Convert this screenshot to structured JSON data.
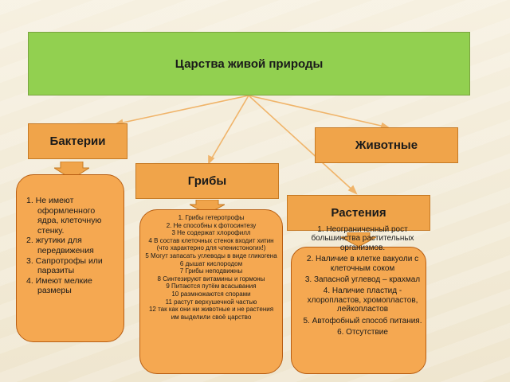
{
  "title": "Царства живой природы",
  "kingdoms": {
    "bacteria": {
      "name": "Бактерии",
      "items": [
        "1. Не имеют оформленного ядра, клеточную стенку.",
        "2. жгутики для передвижения",
        "3. Сапротрофы или паразиты",
        "4. Имеют мелкие размеры"
      ]
    },
    "fungi": {
      "name": "Грибы",
      "items": [
        "1.  Грибы гетеротрофы",
        "2. Не способны к фотосинтезу",
        "3 Не содержат хлорофилл",
        "4 В состав клеточных стенок входит хитин (что характерно для членистоногих!)",
        "5 Могут запасать углеводы в виде гликогена",
        "6 дышат кислородом",
        "7 Грибы неподвижны",
        "8 Синтезируют витамины и гормоны",
        "9 Питаются путём всасывания",
        "10 размножаются спорами",
        "11 растут верхушечной частью",
        "12 так как они ни животные и не растения им выделили своё царство"
      ]
    },
    "animals": {
      "name": "Животные"
    },
    "plants": {
      "name": "Растения",
      "items": [
        "1. Неограниченный рост большинства растительных организмов.",
        "2. Наличие в клетке вакуоли с клеточным соком",
        "3. Запасной углевод – крахмал",
        "4. Наличие пластид - хлоропластов, хромопластов, лейкопластов",
        "5. Автофобный способ питания.",
        "6. Отсутствие"
      ]
    }
  },
  "colors": {
    "title_fill": "#92d050",
    "box_fill": "#f0a44a",
    "list_fill": "#f5a851",
    "border": "#b85e12",
    "connector": "#f0b46a"
  }
}
